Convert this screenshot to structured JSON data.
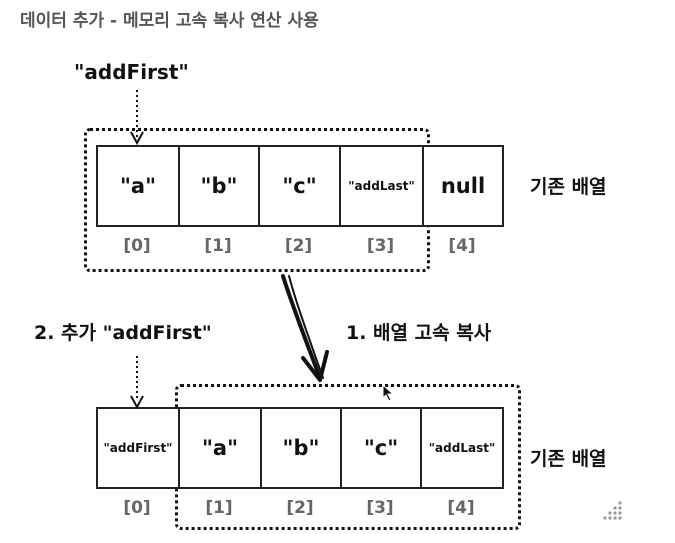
{
  "title": "데이터 추가 - 메모리 고속 복사 연산 사용",
  "top": {
    "pointer_label": "\"addFirst\"",
    "cells": [
      "\"a\"",
      "\"b\"",
      "\"c\"",
      "\"addLast\"",
      "null"
    ],
    "indices": [
      "[0]",
      "[1]",
      "[2]",
      "[3]",
      "[4]"
    ],
    "side_label": "기존 배열"
  },
  "step_copy_label": "1. 배열 고속 복사",
  "step_add_label": "2. 추가 \"addFirst\"",
  "bottom": {
    "cells": [
      "\"addFirst\"",
      "\"a\"",
      "\"b\"",
      "\"c\"",
      "\"addLast\""
    ],
    "indices": [
      "[0]",
      "[1]",
      "[2]",
      "[3]",
      "[4]"
    ],
    "side_label": "기존 배열"
  }
}
